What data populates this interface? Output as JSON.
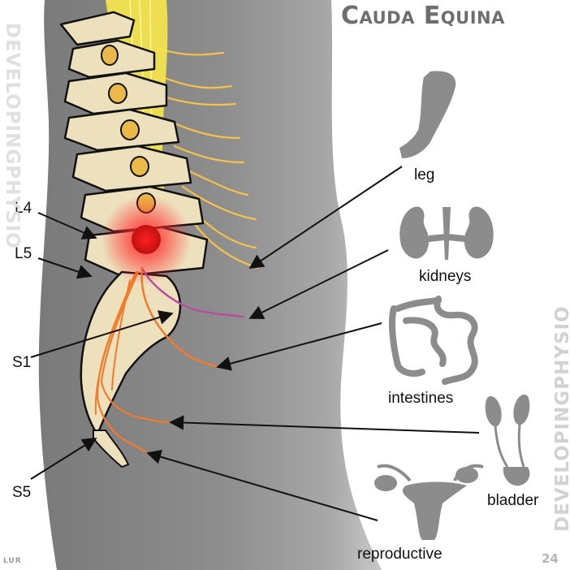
{
  "title": "Cauda Equina",
  "vertebra_labels": {
    "l4": "L4",
    "l5": "L5",
    "s1": "S1",
    "s5": "S5"
  },
  "organ_labels": {
    "leg": "leg",
    "kidneys": "kidneys",
    "intestines": "intestines",
    "bladder": "bladder",
    "reproductive": "reproductive"
  },
  "watermark": "DEVELOPINGPHYSIO",
  "footer": {
    "initials": "LUR",
    "page_number": "24"
  },
  "colors": {
    "body_gray": "#8a8a8a",
    "bone": "#ede0bd",
    "spinal_cord": "#f7e84a",
    "lumbar_nerves": "#f6c24a",
    "sacral_nerves": "#f27a2a",
    "compression_glow": "#ff2020",
    "organ_silhouette": "#8c8c8c"
  }
}
